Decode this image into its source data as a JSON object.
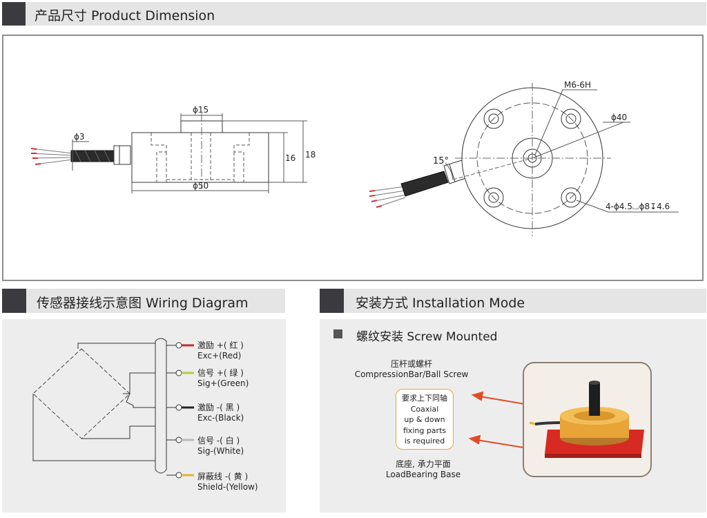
{
  "sections": {
    "dimension": {
      "title": "产品尺寸 Product Dimension"
    },
    "wiring": {
      "title": "传感器接线示意图 Wiring Diagram"
    },
    "installation": {
      "title": "安装方式 Installation Mode",
      "sub": "螺纹安装 Screw Mounted"
    }
  },
  "dimension": {
    "side": {
      "cable_dia": "ϕ3",
      "top_dia": "ϕ15",
      "body_dia": "ϕ50",
      "h1": "16",
      "h2": "18"
    },
    "top": {
      "thread": "M6-6H",
      "pcd": "ϕ40",
      "angle": "15°",
      "holes": "4-ϕ4.5⌴ϕ8↧4.6"
    }
  },
  "wiring": {
    "wires": [
      {
        "cn": "激励 +( 红 )",
        "en": "Exc+(Red)",
        "color": "#c42a2a"
      },
      {
        "cn": "信号 +( 绿 )",
        "en": "Sig+(Green)",
        "color": "#b7c93a"
      },
      {
        "cn": "激励 -( 黑 )",
        "en": "Exc-(Black)",
        "color": "#222222"
      },
      {
        "cn": "信号 -( 白 )",
        "en": "Sig-(White)",
        "color": "#dddddd"
      },
      {
        "cn": "屏蔽线 -( 黄 )",
        "en": "Shield-(Yellow)",
        "color": "#e3b52c"
      }
    ]
  },
  "installation": {
    "top_label_cn": "压杆或螺杆",
    "top_label_en": "CompressionBar/Ball Screw",
    "box_cn": "要求上下同轴",
    "box_en": [
      "Coaxial",
      "up & down",
      "fixing parts",
      "is required"
    ],
    "bottom_label_cn": "底座, 承力平面",
    "bottom_label_en": "LoadBearing Base"
  },
  "colors": {
    "band": "#e5e5e6",
    "band_square": "#3b3b3f",
    "arrow": "#e24b26",
    "base": "#d62a22",
    "sensor": "#e8a437"
  }
}
